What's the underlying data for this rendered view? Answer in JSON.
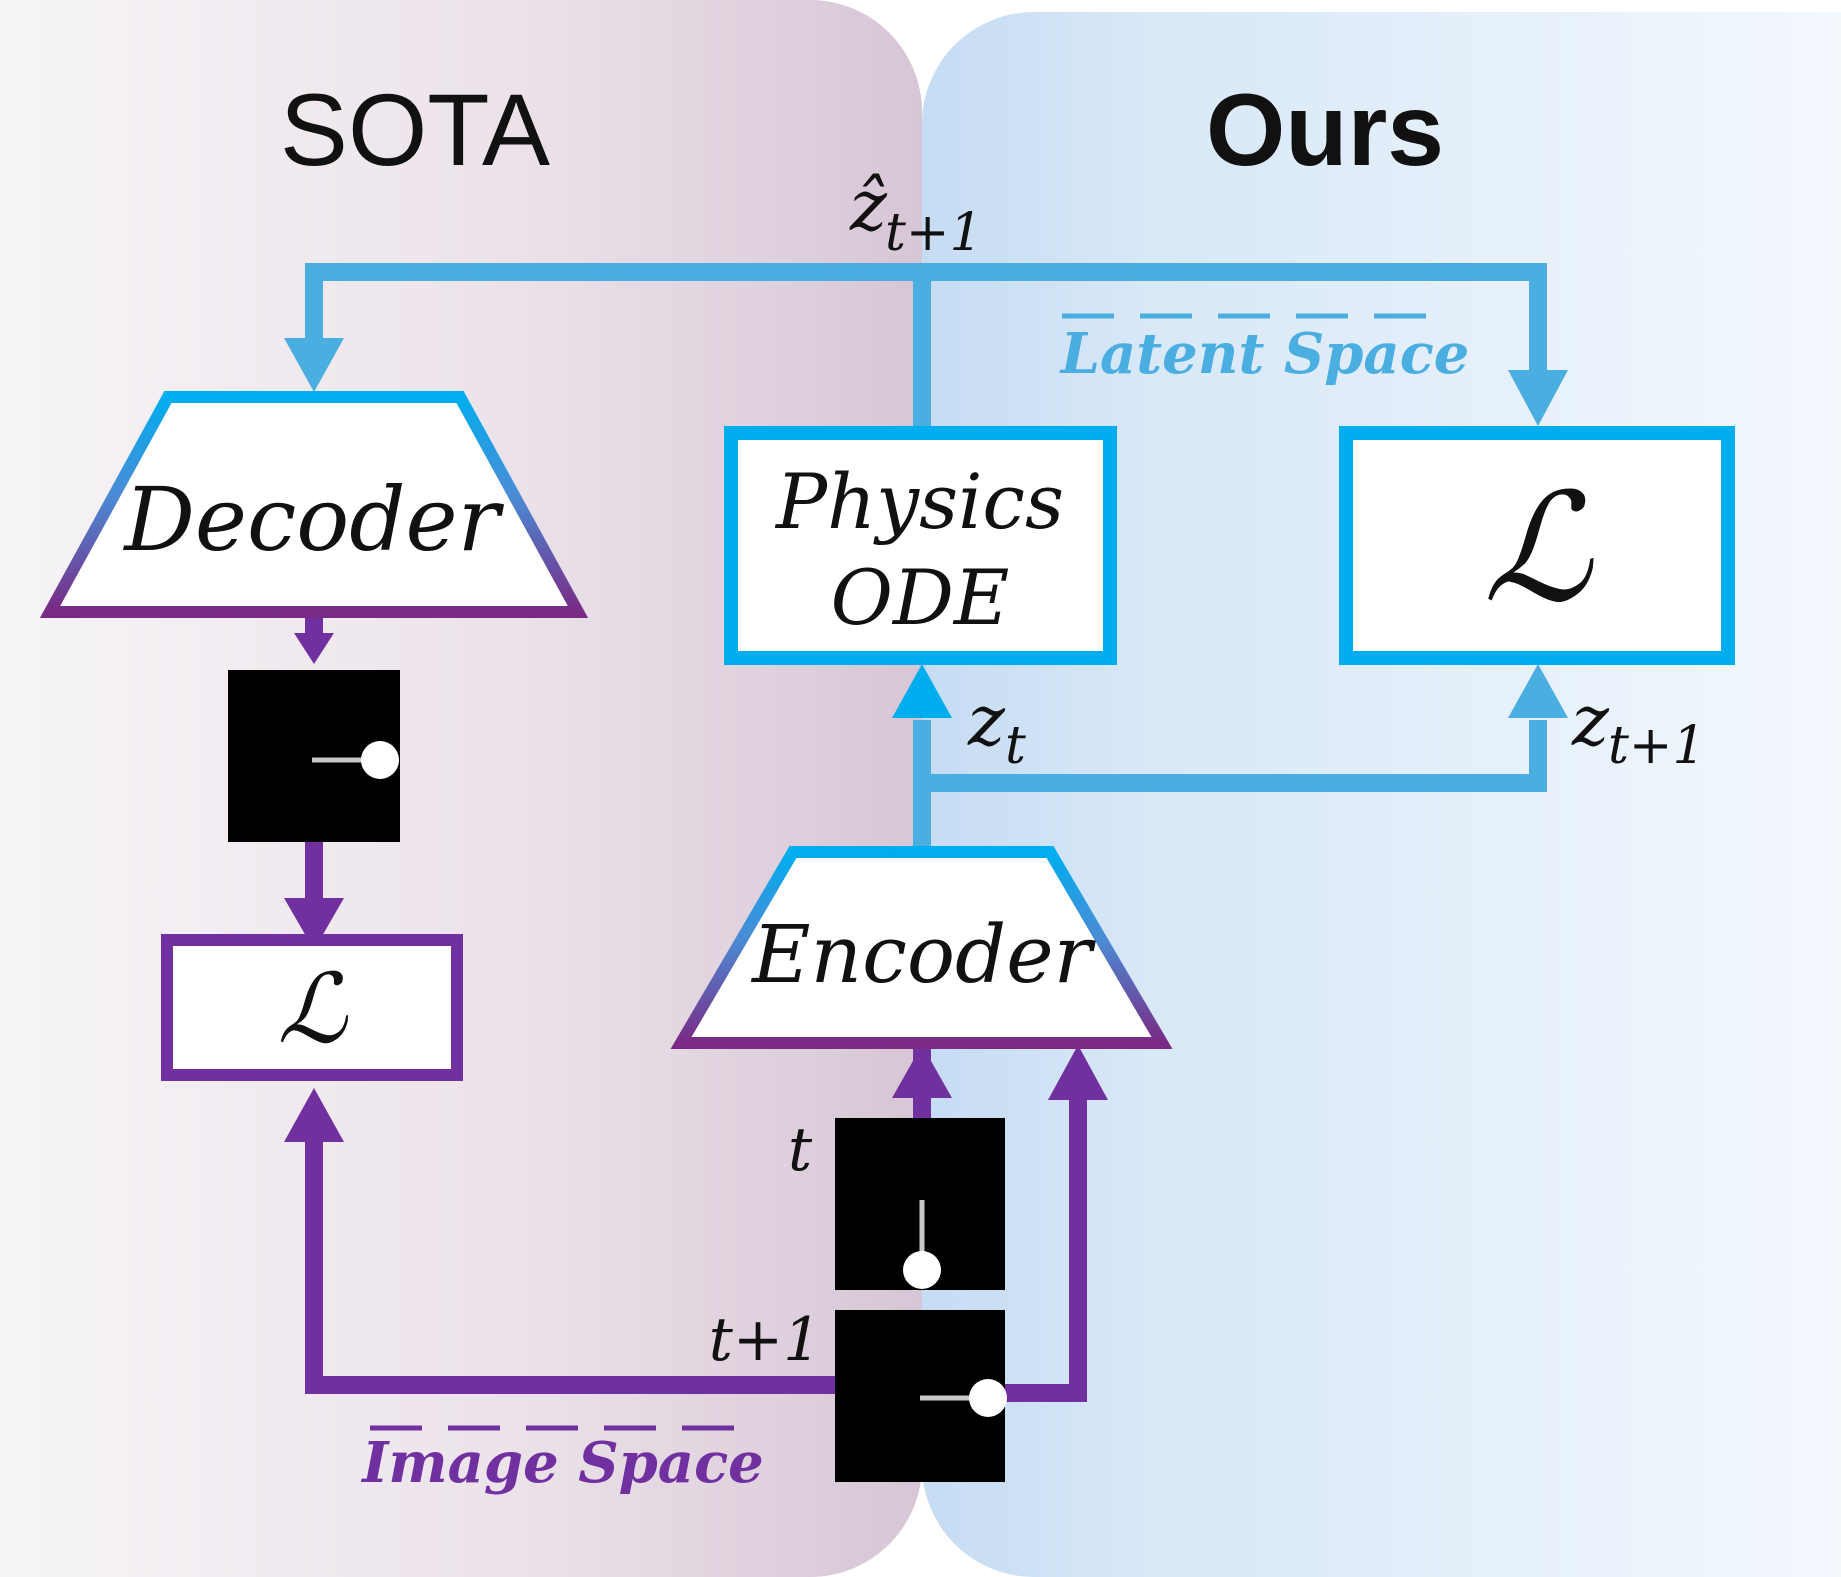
{
  "panels": {
    "left_title": "SOTA",
    "right_title": "Ours"
  },
  "blocks": {
    "decoder": "Decoder",
    "encoder": "Encoder",
    "physics_line1": "Physics",
    "physics_line2": "ODE",
    "loss_symbol": "ℒ"
  },
  "labels": {
    "z_hat_main": "ẑ",
    "z_hat_sub": "t+1",
    "z_t_main": "z",
    "z_t_sub": "t",
    "z_next_main": "z",
    "z_next_sub": "t+1",
    "frame_t": "t",
    "frame_t1": "t+1",
    "latent_space": "Latent Space",
    "image_space": "Image Space"
  },
  "colors": {
    "latent_blue": "#00AEEF",
    "line_blue": "#4BAEE0",
    "image_purple": "#7030A0",
    "left_panel": "#E2D7E1",
    "right_panel": "#CFE3F5"
  }
}
